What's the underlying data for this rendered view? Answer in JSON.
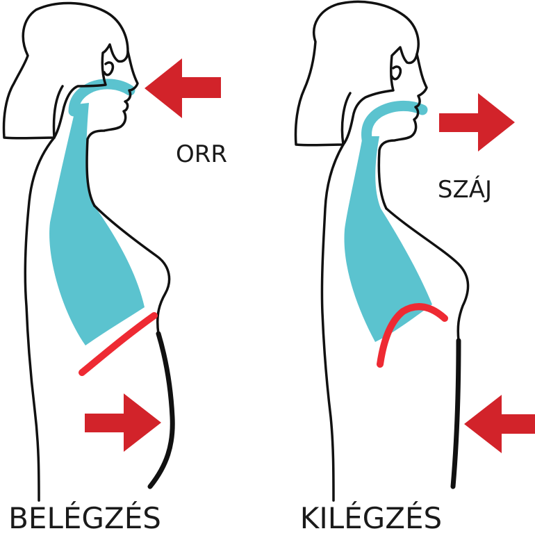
{
  "colors": {
    "lung": "#5bc3cf",
    "diaphragm": "#ee2a33",
    "arrow": "#d2232a",
    "outline": "#111111"
  },
  "inhale": {
    "caption": "BELÉGZÉS",
    "airway_label": "ORR"
  },
  "exhale": {
    "caption": "KILÉGZÉS",
    "airway_label": "SZÁJ"
  }
}
